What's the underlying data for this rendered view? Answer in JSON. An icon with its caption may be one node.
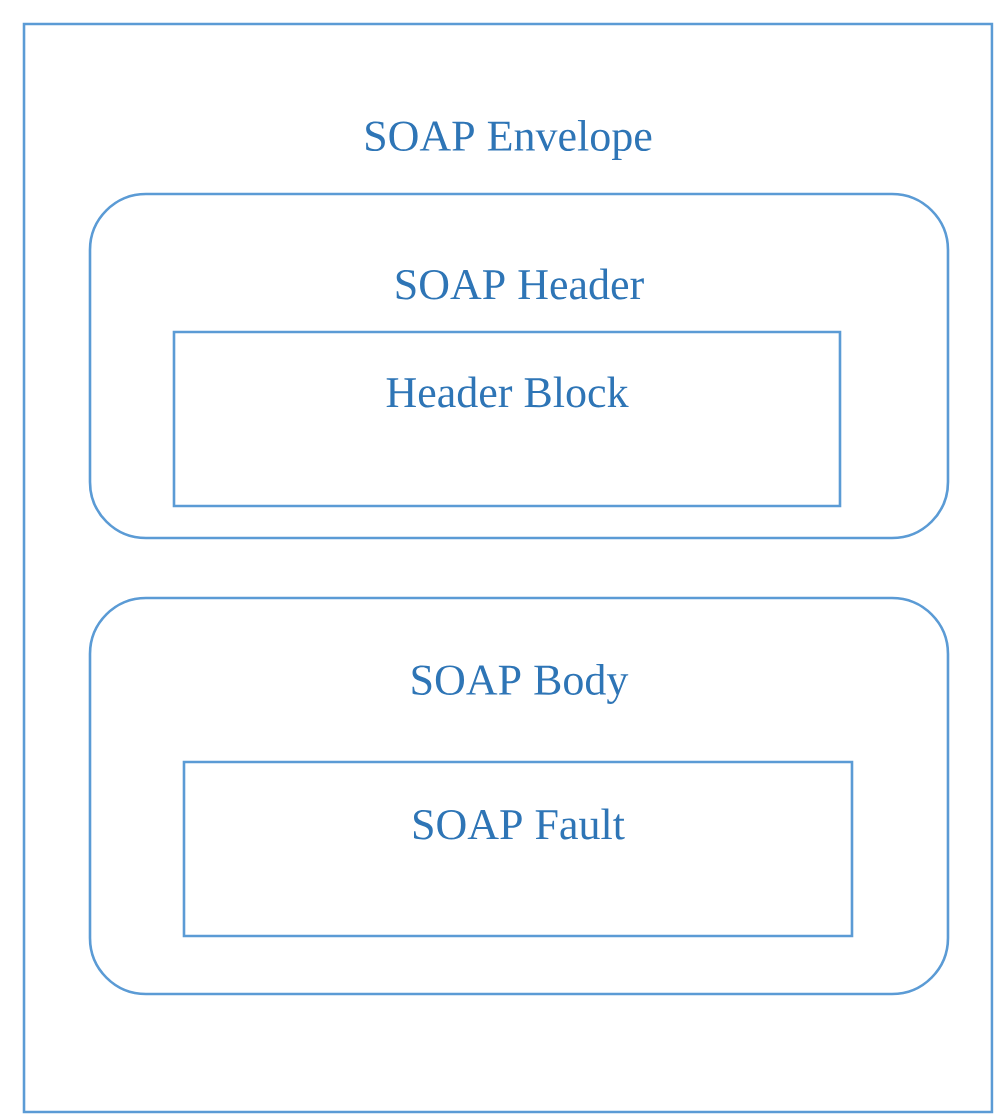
{
  "diagram": {
    "nodes": [
      {
        "text": [
          "SOAP Envelope"
        ]
      },
      {
        "text": [
          "SOAP Header"
        ],
        "in": 0
      },
      {
        "text": [
          "Header Block"
        ],
        "in": 1
      },
      {
        "text": [
          "SOAP Body"
        ],
        "in": 0
      },
      {
        "text": [
          "SOAP Fault"
        ],
        "in": 3
      }
    ]
  }
}
